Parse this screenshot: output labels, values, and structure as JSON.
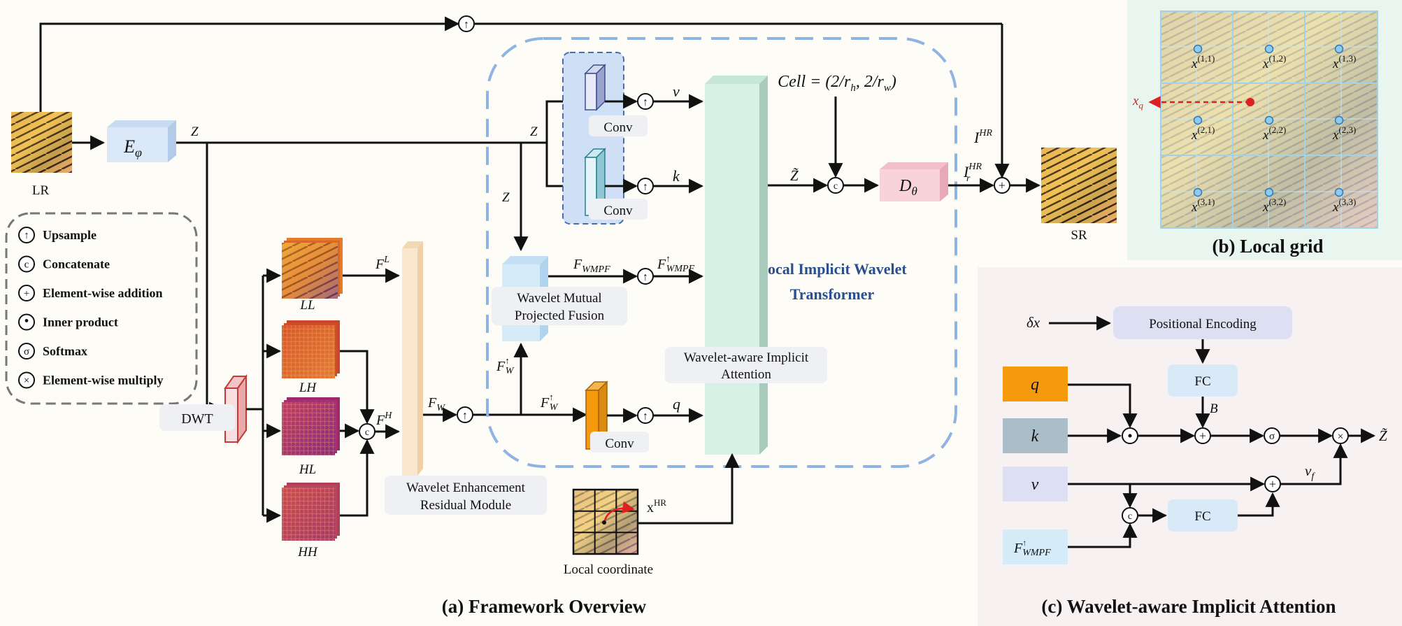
{
  "panels": {
    "framework_caption": "(a) Framework Overview",
    "local_grid_caption": "(b) Local grid",
    "attention_caption": "(c) Wavelet-aware Implicit Attention"
  },
  "framework": {
    "lr_label": "LR",
    "sr_label": "SR",
    "encoder_label": "E",
    "encoder_sub": "φ",
    "z_label": "Z",
    "dwt_label": "DWT",
    "subbands": [
      "LL",
      "LH",
      "HL",
      "HH"
    ],
    "fl_label": "F",
    "fl_sup": "L",
    "fh_label": "F",
    "fh_sup": "H",
    "fw_label": "F",
    "fw_sub": "W",
    "fw_up_label": "F",
    "fw_up_sub": "W",
    "fw_up_sup": "↑",
    "fwmpf_label": "F",
    "fwmpf_sub": "WMPF",
    "fwmpf_up_sup": "↑",
    "werm_line1": "Wavelet Enhancement",
    "werm_line2": "Residual Module",
    "wmpf_line1": "Wavelet Mutual",
    "wmpf_line2": "Projected Fusion",
    "conv_label": "Conv",
    "v_label": "v",
    "k_label": "k",
    "q_label": "q",
    "attention_line1": "Wavelet-aware Implicit",
    "attention_line2": "Attention",
    "liwt_line1": "Local Implicit Wavelet",
    "liwt_line2": "Transformer",
    "cell_label": "Cell = (2/r",
    "cell_h": "h",
    "cell_mid": ", 2/r",
    "cell_w": "w",
    "cell_end": ")",
    "ztilde_label": "Z̃",
    "decoder_label": "D",
    "decoder_sub": "θ",
    "ihr_label": "I",
    "ihr_sup": "HR",
    "irhr_label": "I",
    "irhr_sub": "r",
    "irhr_sup": "HR",
    "local_coord_label": "Local coordinate",
    "xhr_label": "x",
    "xhr_sup": "HR"
  },
  "legend": [
    {
      "symbol": "↑",
      "label": "Upsample"
    },
    {
      "symbol": "c",
      "label": "Concatenate"
    },
    {
      "symbol": "+",
      "label": "Element-wise addition"
    },
    {
      "symbol": "•",
      "label": "Inner product"
    },
    {
      "symbol": "σ",
      "label": "Softmax"
    },
    {
      "symbol": "×",
      "label": "Element-wise multiply"
    }
  ],
  "local_grid": {
    "xq_label": "x",
    "xq_sub": "q",
    "points": [
      {
        "base": "x",
        "sup": "(1,1)"
      },
      {
        "base": "x",
        "sup": "(1,2)"
      },
      {
        "base": "x",
        "sup": "(1,3)"
      },
      {
        "base": "x",
        "sup": "(2,1)"
      },
      {
        "base": "x",
        "sup": "(2,2)"
      },
      {
        "base": "x",
        "sup": "(2,3)"
      },
      {
        "base": "x",
        "sup": "(3,1)"
      },
      {
        "base": "x",
        "sup": "(3,2)"
      },
      {
        "base": "x",
        "sup": "(3,3)"
      }
    ]
  },
  "attention": {
    "delta_x": "δx",
    "pos_enc": "Positional Encoding",
    "fc_label": "FC",
    "b_label": "B",
    "q": "q",
    "k": "k",
    "v": "v",
    "fwmpf_label": "F",
    "fwmpf_sub": "WMPF",
    "fwmpf_sup": "↑",
    "vf_label": "v",
    "vf_sub": "f",
    "out_label": "Z̃"
  },
  "colors": {
    "background": "#fdfcf7",
    "grid_panel_bg": "#e8f6ef",
    "attention_panel_bg": "#f7f1f2",
    "encoder_blue": "#dae8f8",
    "decoder_pink": "#f8d3da",
    "attention_mint": "#d7f1e6",
    "werm_peach": "#fbe7cf",
    "q_orange": "#f59a0c",
    "k_gray": "#a9bec8",
    "v_lavender": "#dde0f2",
    "fwmpf_blue": "#d6ebf8",
    "dashed_blue": "#8fb4e4",
    "dwt_red": "#c73a3a"
  }
}
